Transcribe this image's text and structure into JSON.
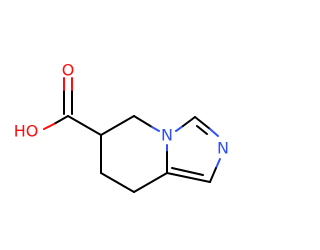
{
  "atoms": {
    "carbonyl_oxygen": "O",
    "hydroxyl_group": "HO",
    "ring_nitrogen_bridgehead": "N",
    "ring_nitrogen_imine": "N"
  },
  "colors": {
    "bond": "#000000",
    "oxygen": "#ff0d0d",
    "nitrogen": "#3050f8",
    "background": "#ffffff"
  }
}
